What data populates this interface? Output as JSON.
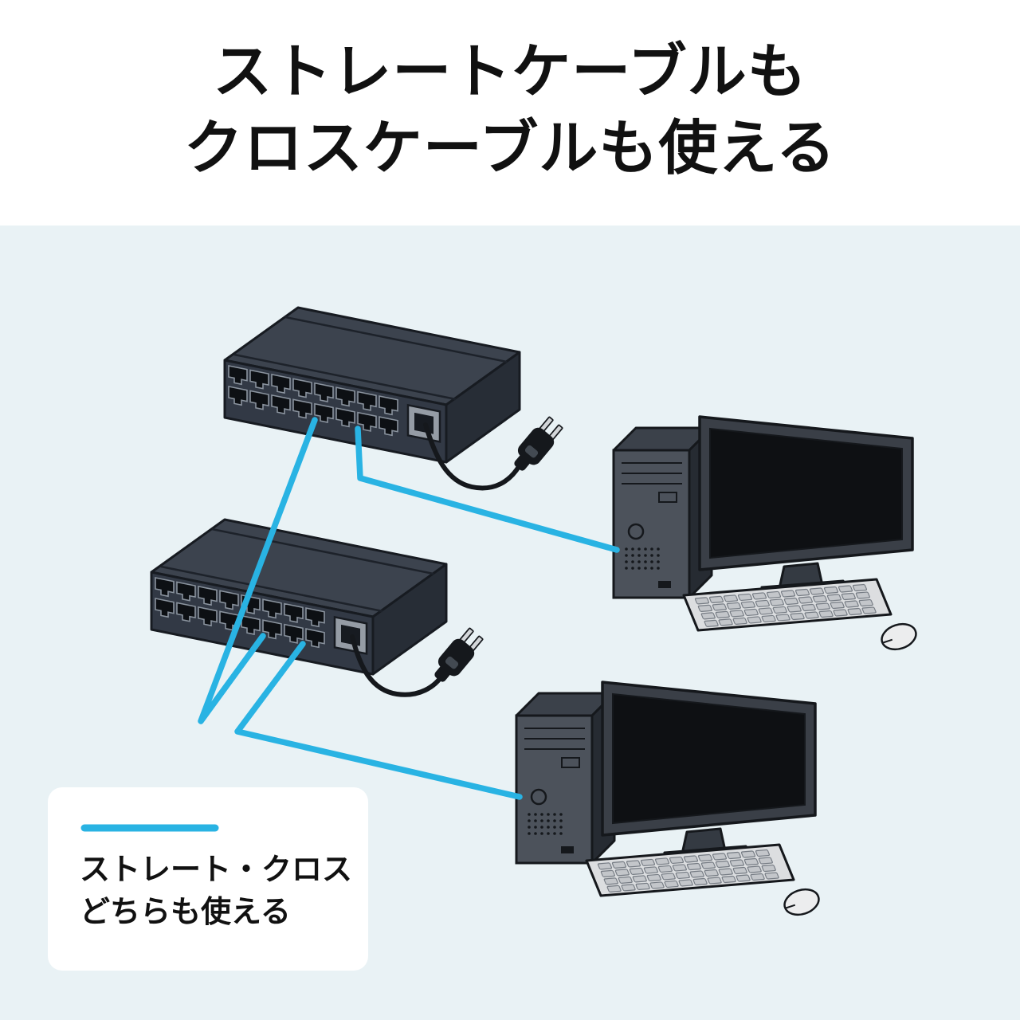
{
  "title": {
    "line1": "ストレートケーブルも",
    "line2": "クロスケーブルも使える"
  },
  "legend": {
    "line1": "ストレート・クロス",
    "line2": "どちらも使える"
  },
  "colors": {
    "lan_cable": "#29b3e3",
    "power_cord": "#15181c",
    "diagram_background": "#e9f2f5",
    "text": "#111111"
  },
  "diagram": {
    "devices": [
      {
        "id": "switch-1",
        "type": "network-switch",
        "visible_ports": 16
      },
      {
        "id": "switch-2",
        "type": "network-switch",
        "visible_ports": 16
      },
      {
        "id": "pc-1",
        "type": "desktop-computer"
      },
      {
        "id": "pc-2",
        "type": "desktop-computer"
      }
    ],
    "connections": [
      {
        "from": "switch-1",
        "to": "pc-1",
        "type": "lan-cable"
      },
      {
        "from": "switch-1",
        "to": "switch-2",
        "type": "lan-cable"
      },
      {
        "from": "switch-2",
        "to": "pc-2",
        "type": "lan-cable"
      },
      {
        "from": "switch-1",
        "to": "power-plug-1",
        "type": "power-cord"
      },
      {
        "from": "switch-2",
        "to": "power-plug-2",
        "type": "power-cord"
      }
    ]
  }
}
